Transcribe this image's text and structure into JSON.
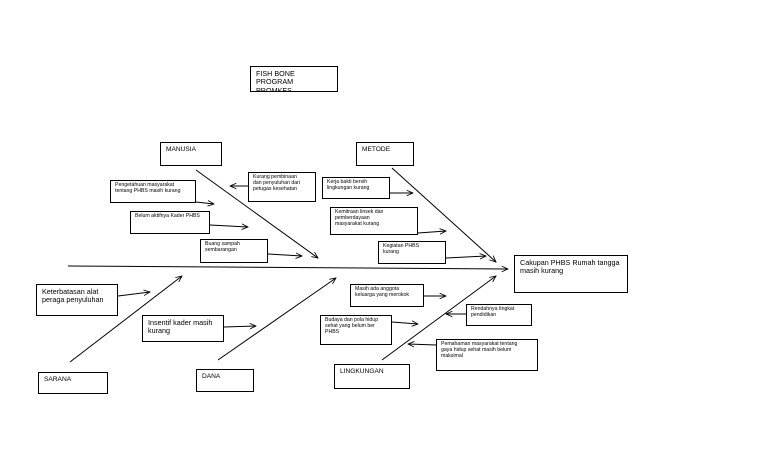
{
  "title": "FISH BONE PROGRAM\nPROMKES",
  "effect": "Cakupan PHBS Rumah tangga\nmasih kurang",
  "categories": {
    "manusia": "MANUSIA",
    "metode": "METODE",
    "sarana": "SARANA",
    "dana": "DANA",
    "lingkungan": "LINGKUNGAN"
  },
  "causes": {
    "manusia_1": "Kurang pembinaan\ndan penyuluhan dari\npetugas kesehatan",
    "manusia_2": "Pengetahuan masyarakat\ntentang PHBS masih kurang",
    "manusia_3": "Belum aktifnya Kader PHBS",
    "manusia_4": "Buang sampah\nsembarangan",
    "metode_1": "Kerja bakti bersih\nlingkungan kurang",
    "metode_2": "Kemitraan linsek dan\npemberdayaan\nmasyarakat kurang",
    "metode_3": "Kegiatan PHBS\nkurang",
    "sarana_1": "Keterbatasan alat\nperaga penyuluhan",
    "dana_1": "Insentif kader masih\nkurang",
    "lingkungan_1": "Masih ada anggota\nkeluarga yang merokok",
    "lingkungan_2": "Rendahnya tingkat\npendidikan",
    "lingkungan_3": "Budaya dan pola hidup\nsehat yang belum ber\nPHBS",
    "lingkungan_4": "Pemahaman masyarakat tentang\ngaya hidup sehat masih belum\nmaksimal"
  }
}
